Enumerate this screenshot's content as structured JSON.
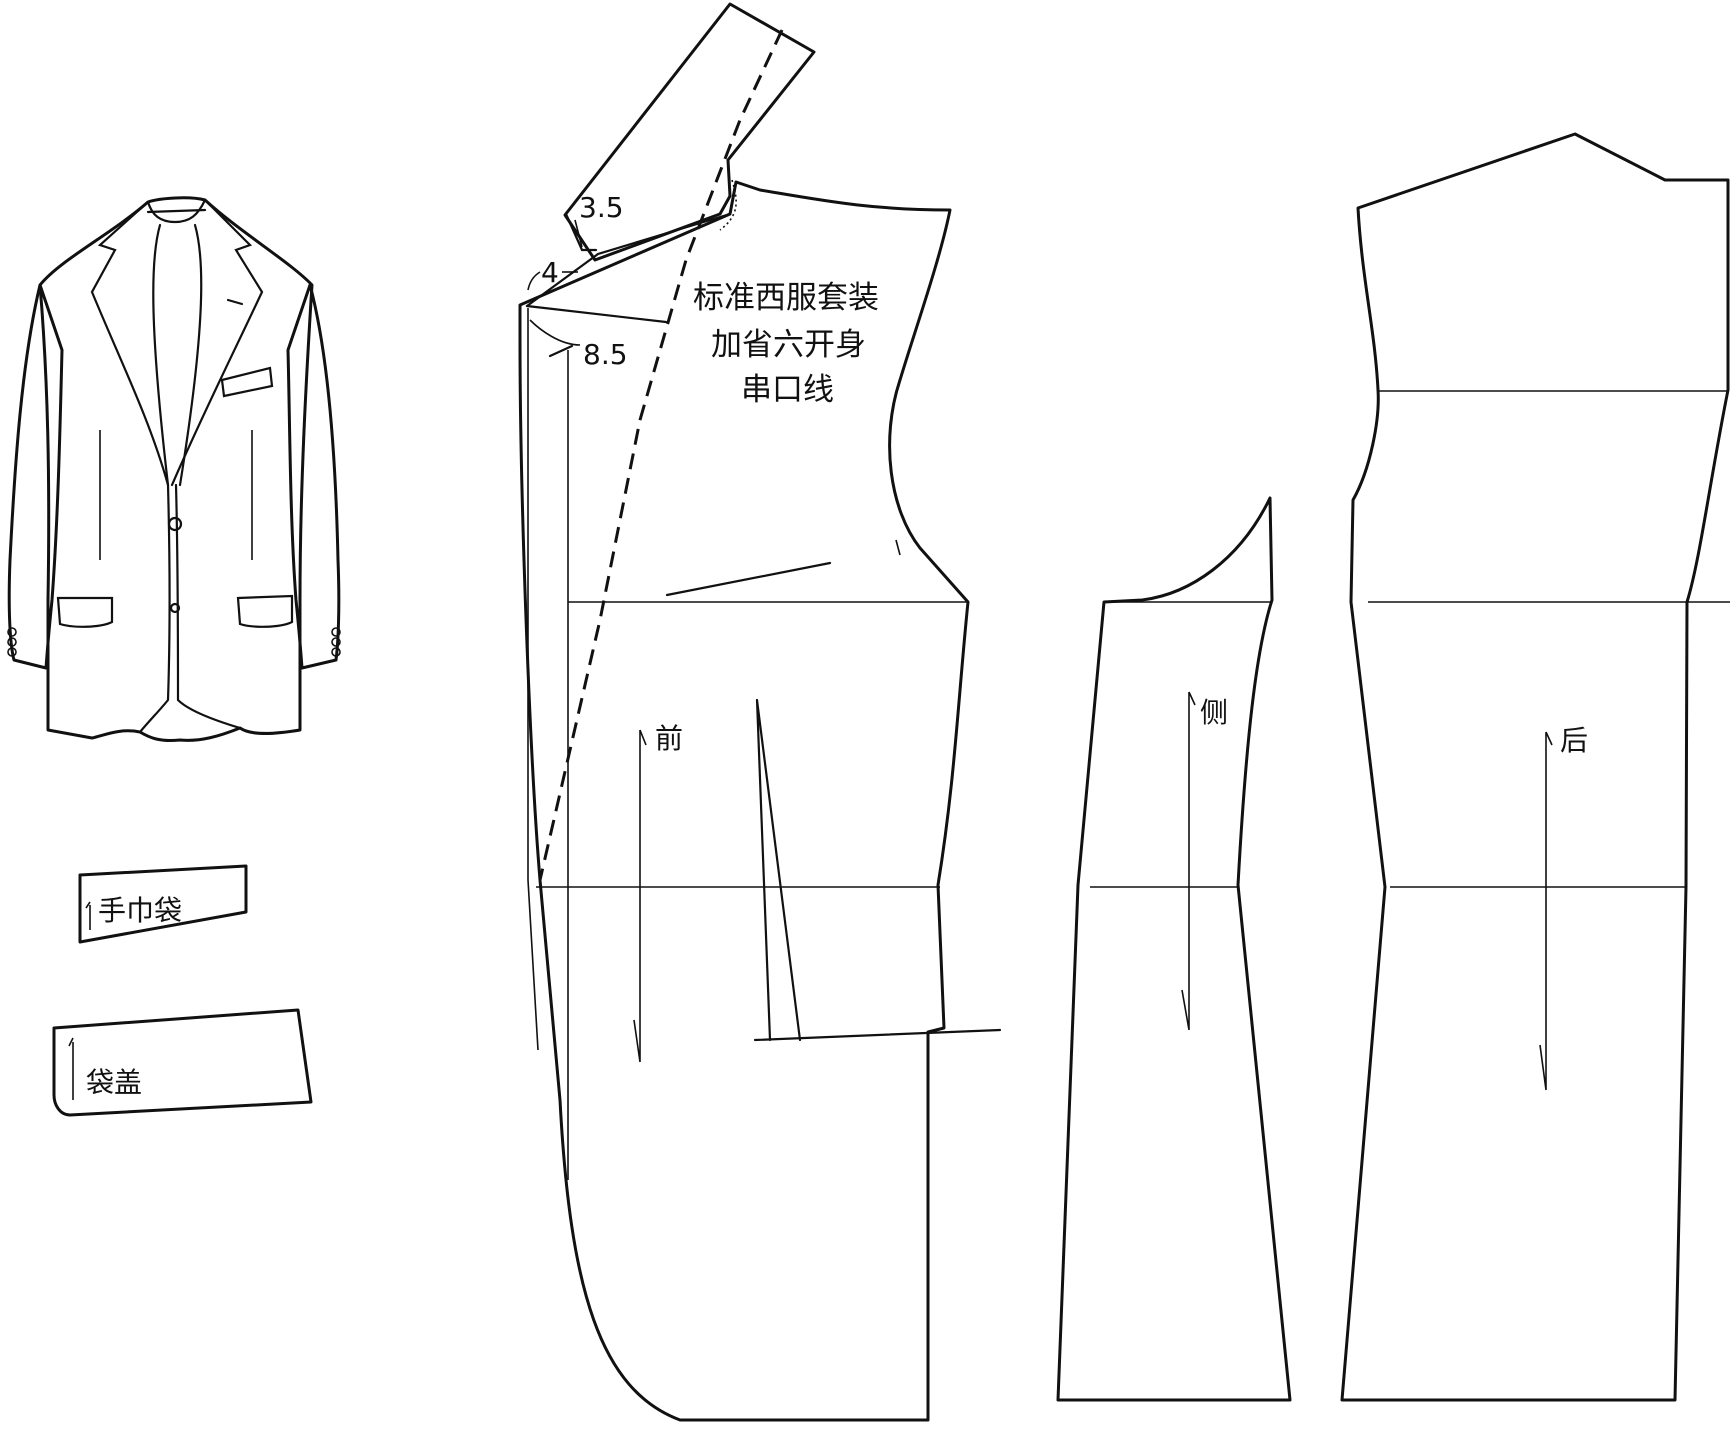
{
  "title": {
    "line1": "标准西服套装",
    "line2": "加省六开身",
    "line3": "串口线"
  },
  "measurements": {
    "collar_width": "3.5",
    "lapel_offset": "4",
    "gorge_length": "8.5"
  },
  "pieces": {
    "front": "前",
    "side": "侧",
    "back": "后",
    "handkerchief_pocket": "手巾袋",
    "pocket_flap": "袋盖"
  }
}
